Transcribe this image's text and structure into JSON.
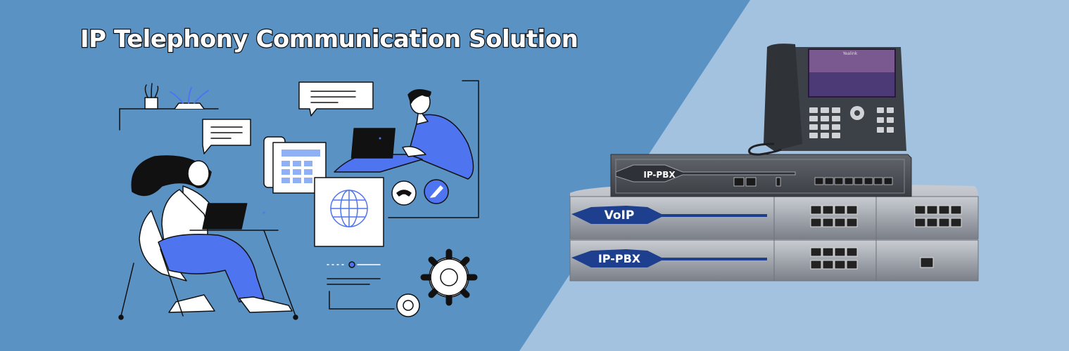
{
  "banner": {
    "title": "IP Telephony Communication Solution",
    "colors": {
      "left_bg": "#5b92c4",
      "right_bg": "#a3c2e0",
      "accent_blue": "#4f74f0",
      "device_blue": "#1d3f8e"
    }
  },
  "equipment": {
    "top_unit_label": "IP-PBX",
    "chassis_upper_label": "VoIP",
    "chassis_lower_label": "IP-PBX",
    "phone_brand": "Yealink"
  }
}
